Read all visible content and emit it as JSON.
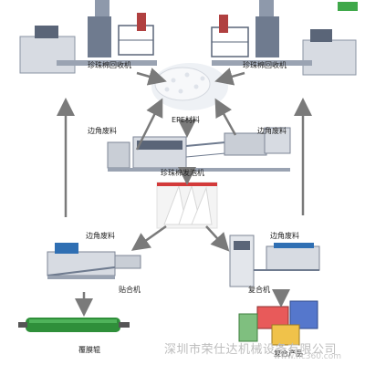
{
  "labels": {
    "recycler_left": "珍珠棉回收机",
    "recycler_right": "珍珠棉回收机",
    "epe_material": "EPE材料",
    "scrap_top_left": "边角废料",
    "scrap_top_right": "边角废料",
    "foaming_machine": "珍珠棉发泡机",
    "scrap_mid_left": "边角废料",
    "scrap_mid_right": "边角废料",
    "laminator_left": "贴合机",
    "laminator_right": "复合机",
    "roller": "覆膜辊",
    "products": "复合产品"
  },
  "watermark": {
    "company": "深圳市荣仕达机械设备有限公司",
    "domain": "www.hc360.com"
  },
  "colors": {
    "arrow": "#7a7a7a",
    "machine_blue": "#2f6fb3",
    "machine_grey": "#c9ced6",
    "roller_green": "#2f8f3a"
  }
}
